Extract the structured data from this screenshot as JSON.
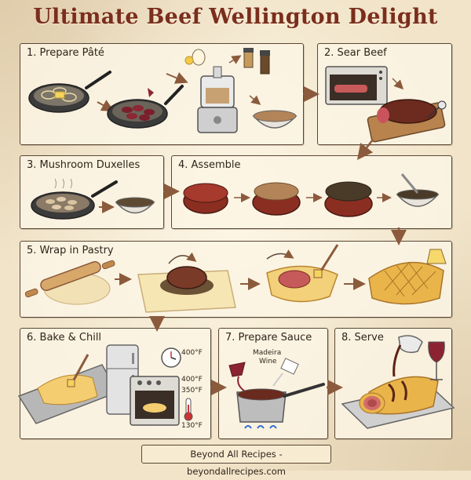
{
  "title": "Ultimate Beef Wellington Delight",
  "steps": [
    {
      "label": "1. Prepare Pâté"
    },
    {
      "label": "2. Sear Beef"
    },
    {
      "label": "3. Mushroom Duxelles"
    },
    {
      "label": "4. Assemble"
    },
    {
      "label": "5. Wrap in Pastry"
    },
    {
      "label": "6. Bake & Chill"
    },
    {
      "label": "7. Prepare Sauce"
    },
    {
      "label": "8. Serve"
    }
  ],
  "oven_temps": {
    "t1": "400°F",
    "t2": "400°F",
    "t3": "350°F",
    "t4": "130°F"
  },
  "sauce_bottle": {
    "line1": "Madeira",
    "line2": "Wine"
  },
  "footer": "Beyond All Recipes - beyondallrecipes.com",
  "colors": {
    "title": "#7a2e1c",
    "border": "#5b4634",
    "background": "#f1e4c9"
  }
}
